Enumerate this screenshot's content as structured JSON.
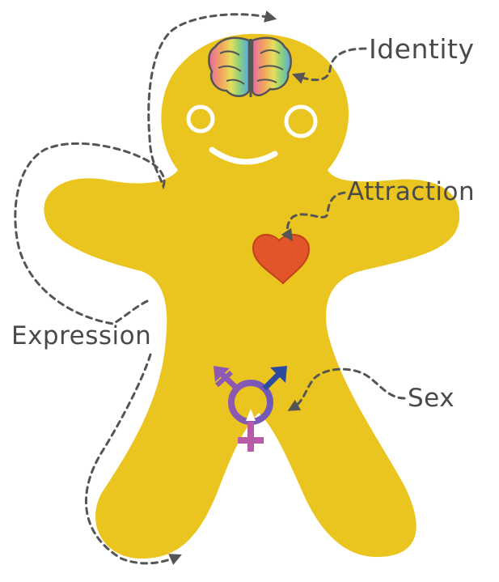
{
  "labels": {
    "identity": "Identity",
    "attraction": "Attraction",
    "expression": "Expression",
    "sex": "Sex"
  },
  "colors": {
    "body": "#EBC51F",
    "face_features": "#FFFFFF",
    "dashed_arrows": "#555555",
    "label_text": "#4A4A4A",
    "heart": "#E2542A",
    "symbol_male": "#2B4BA0",
    "symbol_female": "#B85AA6",
    "symbol_trans": "#8E59B0"
  },
  "icons": {
    "brain": "rainbow-brain-icon",
    "heart": "heart-icon",
    "gender": "transgender-symbol-icon"
  }
}
